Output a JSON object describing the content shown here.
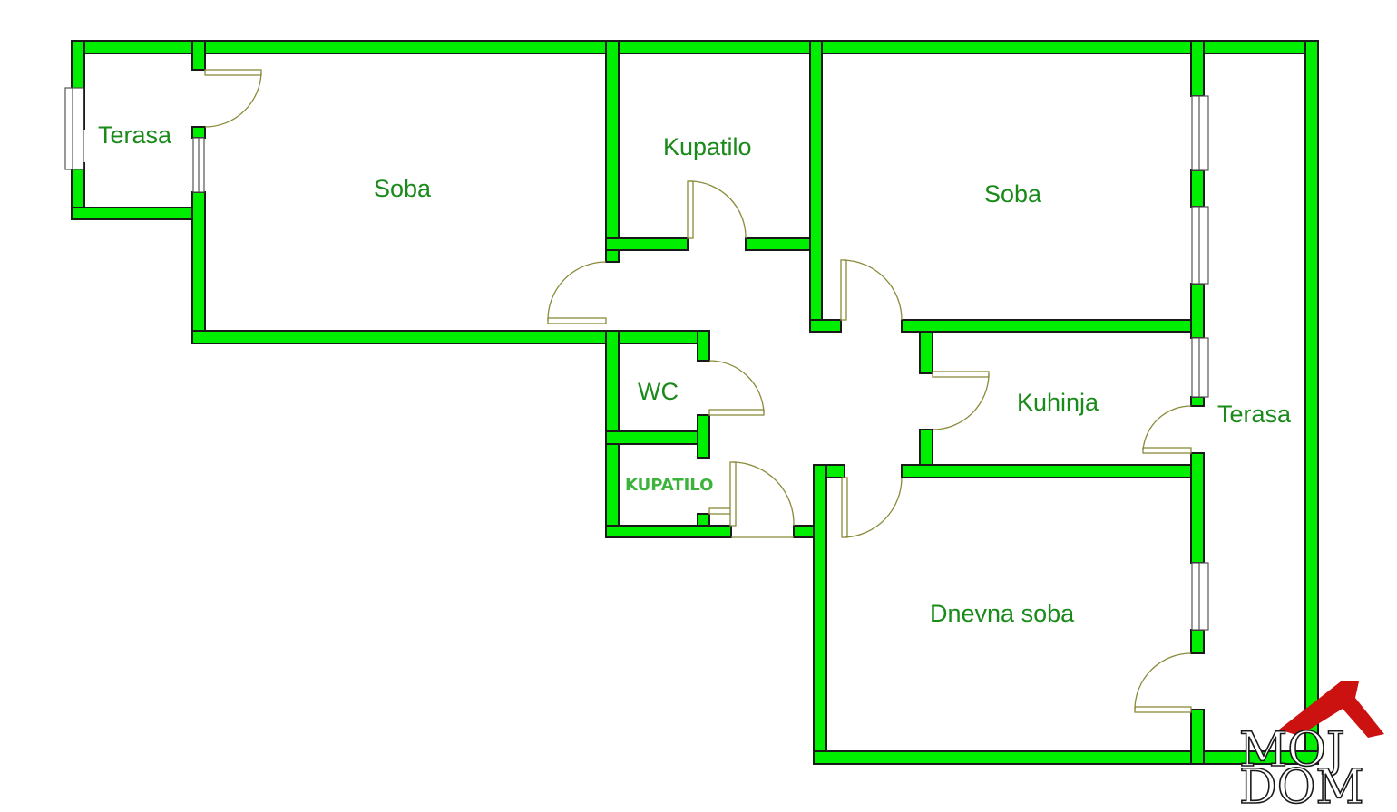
{
  "rooms": {
    "terasa_left": "Terasa",
    "soba_left": "Soba",
    "kupatilo_top": "Kupatilo",
    "soba_right": "Soba",
    "wc": "WC",
    "kuhinja": "Kuhinja",
    "kupatilo_small": "KUPATILO",
    "terasa_right": "Terasa",
    "dnevna_soba": "Dnevna soba"
  },
  "logo": {
    "line1": "MOJ",
    "line2": "DOM"
  },
  "colors": {
    "wall": "#00ee00",
    "wall_outline": "#1a1a1a",
    "label": "#1a8a1a",
    "label_small": "#3cb43c",
    "door_arc": "#8a8a3a",
    "logo_roof": "#cc1111"
  }
}
